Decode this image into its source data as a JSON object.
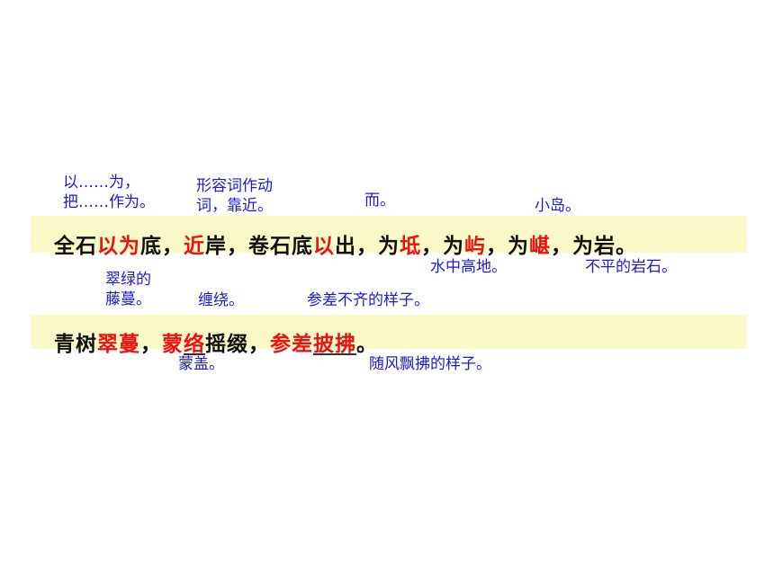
{
  "notes": {
    "yi_wei_1": "以……为，",
    "yi_wei_2": "把……作为。",
    "jin_1": "形容词作动",
    "jin_2": "词，靠近。",
    "yi_er": "而。",
    "chi": "水中高地。",
    "yu": "小岛。",
    "kan": "不平的岩石。",
    "cuiman_1": "翠绿的",
    "cuiman_2": "藤蔓。",
    "mengluo_chan": "缠绕。",
    "cenci": "参差不齐的样子。",
    "mengluo_gai": "蒙盖。",
    "pifu": "随风飘拂的样子。"
  },
  "line1": {
    "t1": "全石",
    "h1": "以为",
    "t2": "底，",
    "h2": "近",
    "t3": "岸，卷石底",
    "h3": "以",
    "t4": "出，为",
    "h4": "坻",
    "t5": "，为",
    "h5": "屿",
    "t6": "，为",
    "h6": "嵁",
    "t7": "，为岩。"
  },
  "line2": {
    "t1": "青树",
    "h1": "翠蔓",
    "t2": "，",
    "h2a": "蒙",
    "h2b": "络",
    "t3": "摇缀，",
    "h3": "参差",
    "h4": "披拂",
    "t4": "。"
  },
  "colors": {
    "highlight": "#ee1111",
    "note": "#1a1ad6",
    "band": "#fafac8"
  }
}
